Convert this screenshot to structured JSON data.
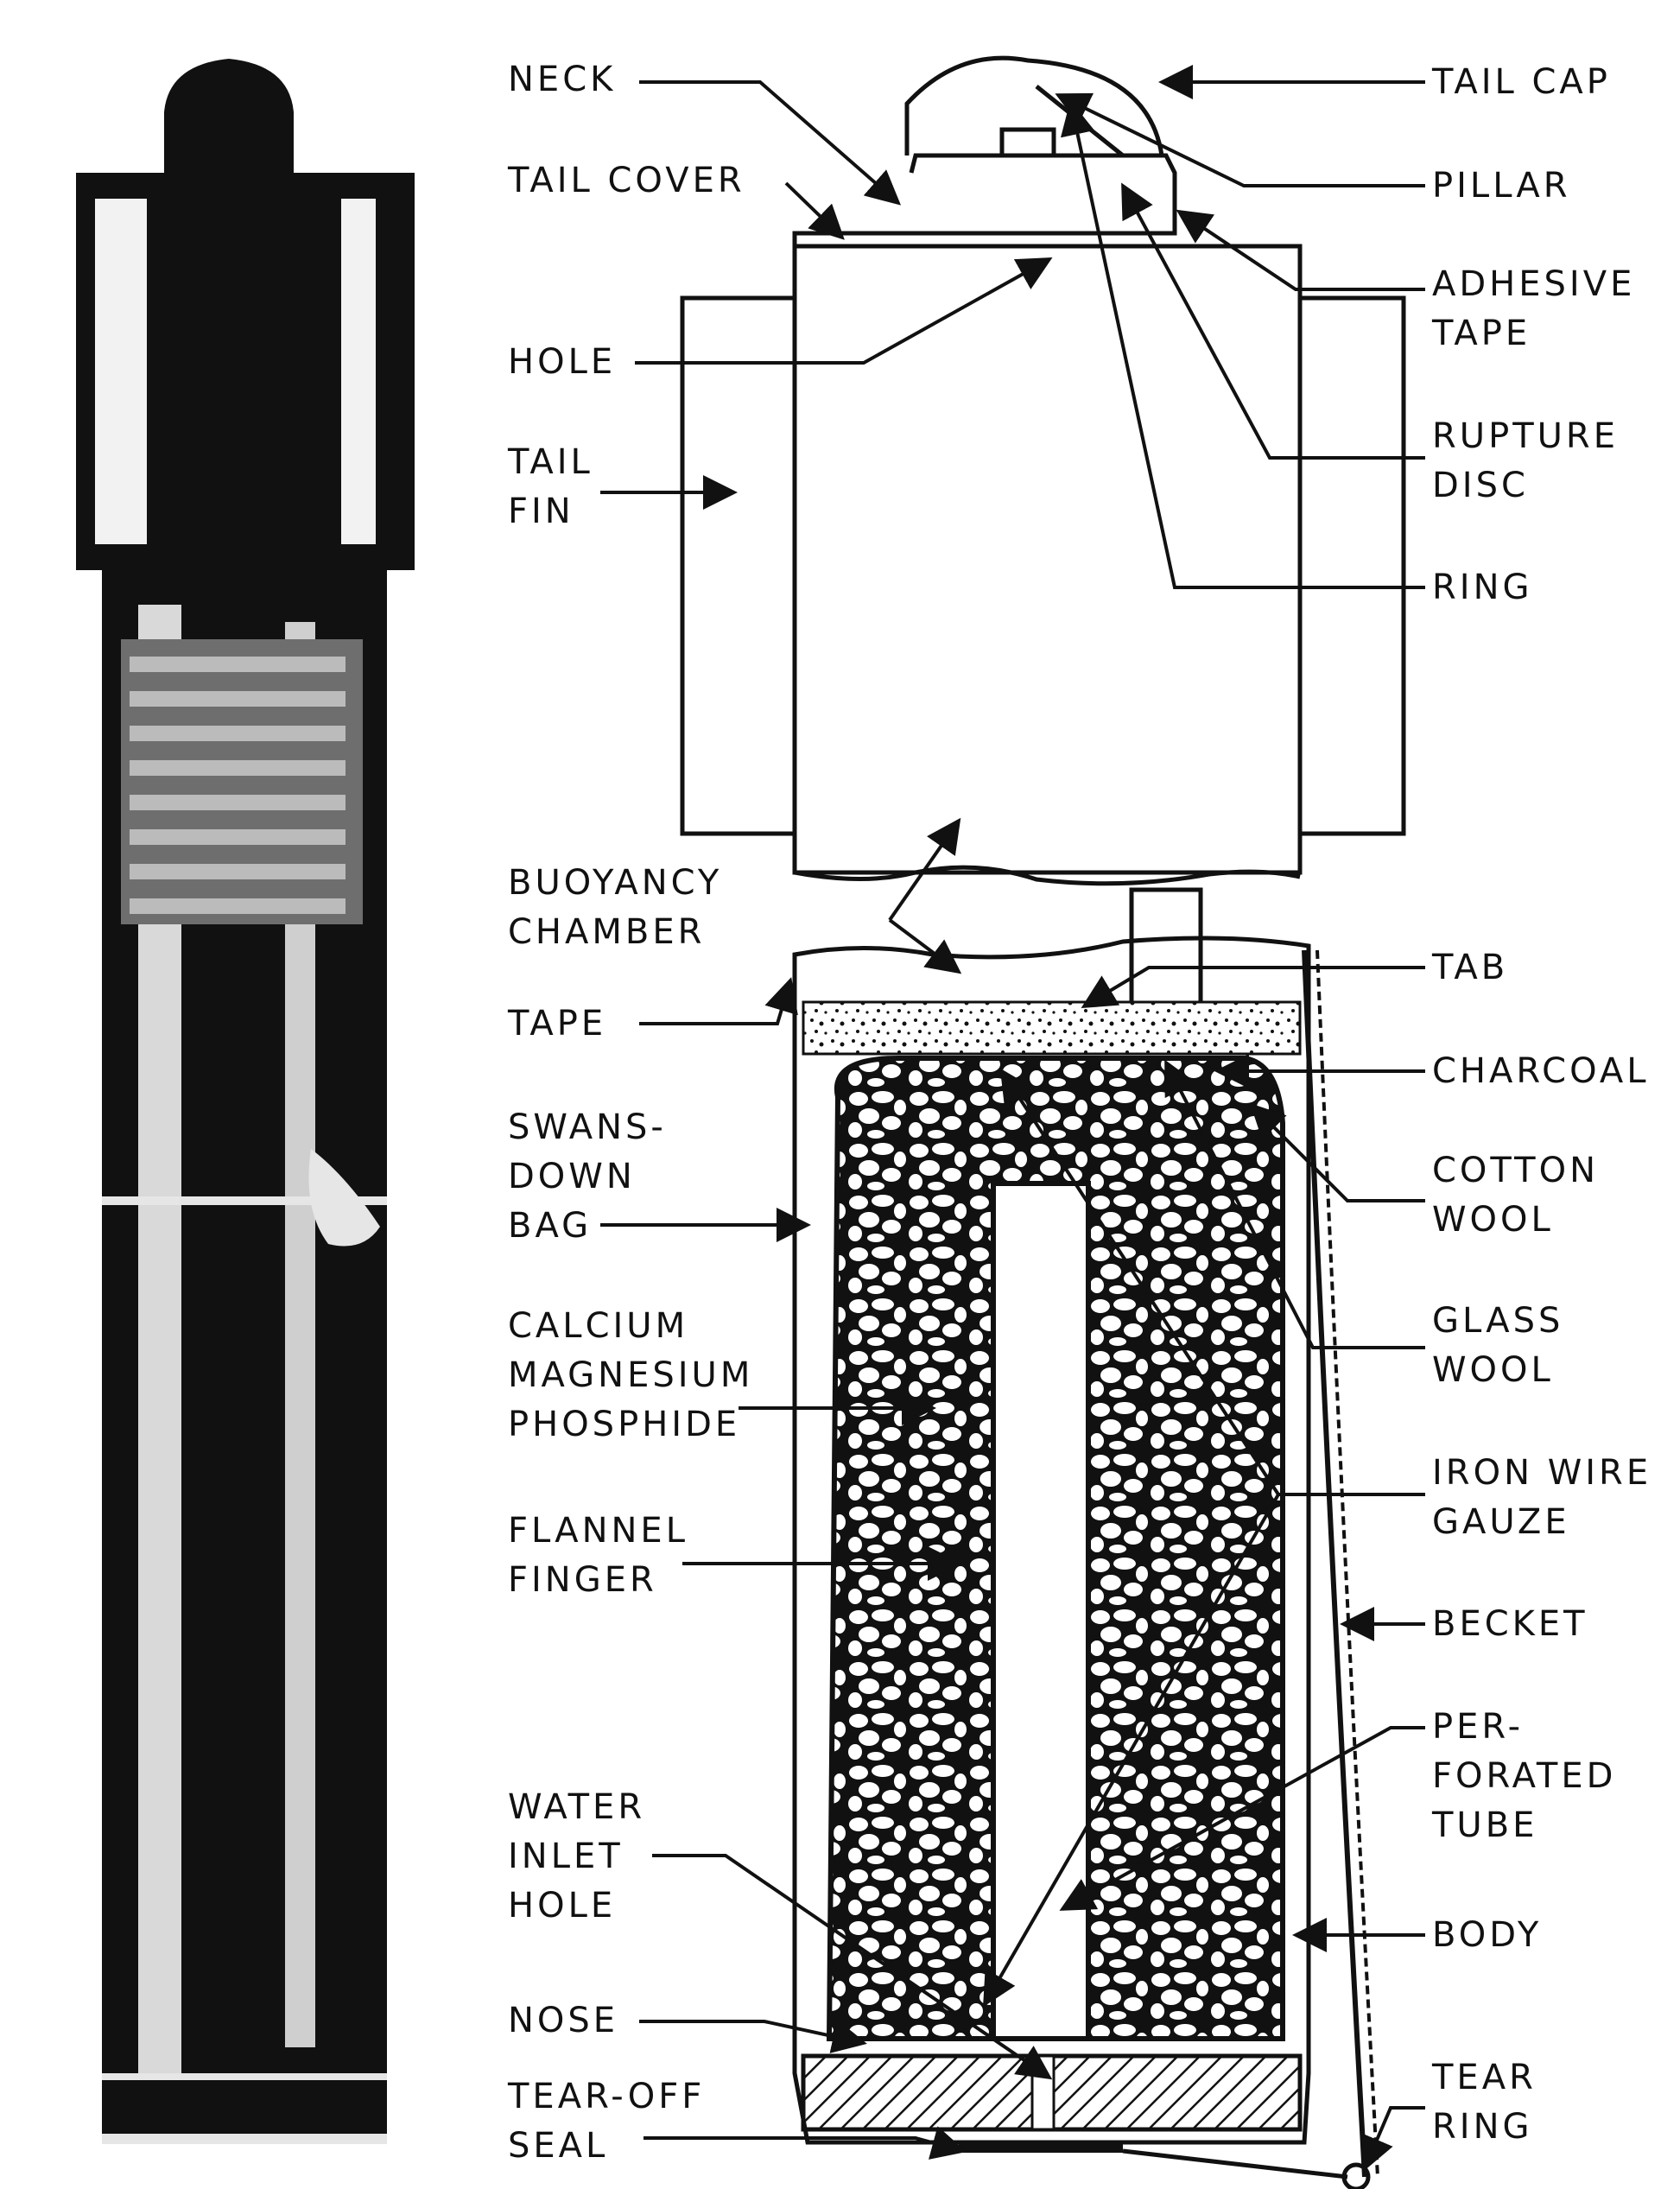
{
  "labels_left": {
    "neck": "NECK",
    "tail_cover": "TAIL COVER",
    "hole": "HOLE",
    "tail_fin": [
      "TAIL",
      "FIN"
    ],
    "buoyancy_chamber": [
      "BUOYANCY",
      "CHAMBER"
    ],
    "tape": "TAPE",
    "swansdown_bag": [
      "SWANS-",
      "DOWN",
      "BAG"
    ],
    "calcium_magnesium_phosphide": [
      "CALCIUM",
      "MAGNESIUM",
      "PHOSPHIDE"
    ],
    "flannel_finger": [
      "FLANNEL",
      "FINGER"
    ],
    "water_inlet_hole": [
      "WATER",
      "INLET",
      "HOLE"
    ],
    "nose": "NOSE",
    "tear_off_seal": [
      "TEAR-OFF",
      "SEAL"
    ]
  },
  "labels_right": {
    "tail_cap": "TAIL CAP",
    "pillar": "PILLAR",
    "adhesive_tape": [
      "ADHESIVE",
      "TAPE"
    ],
    "rupture_disc": [
      "RUPTURE",
      "DISC"
    ],
    "ring": "RING",
    "tab": "TAB",
    "charcoal": "CHARCOAL",
    "cotton_wool": [
      "COTTON",
      "WOOL"
    ],
    "glass_wool": [
      "GLASS",
      "WOOL"
    ],
    "iron_wire_gauze": [
      "IRON WIRE",
      "GAUZE"
    ],
    "becket": "BECKET",
    "perforated_tube": [
      "PER-",
      "FORATED",
      "TUBE"
    ],
    "body": "BODY",
    "tear_ring": [
      "TEAR",
      "RING"
    ]
  },
  "colors": {
    "ink": "#111111",
    "paper": "#ffffff"
  }
}
